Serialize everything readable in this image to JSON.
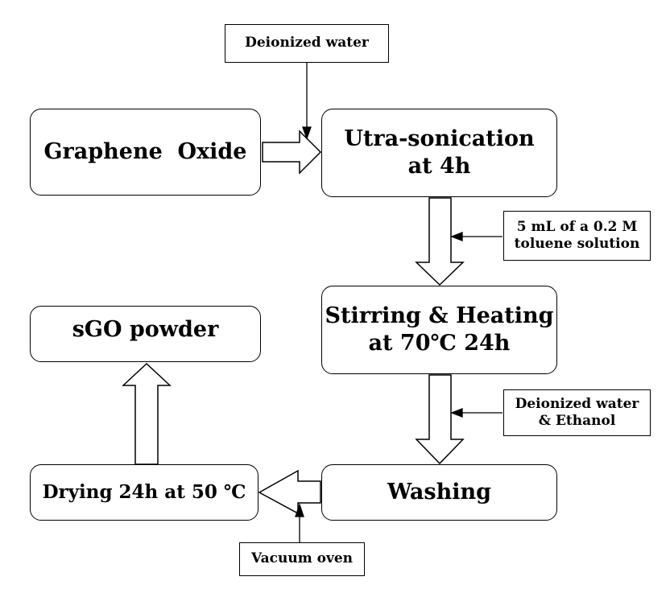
{
  "steps": {
    "graphene_oxide": "Graphene  Oxide",
    "ultrasonication": [
      "Utra-sonication",
      "at 4h"
    ],
    "stirring_heating": [
      "Stirring & Heating",
      "at 70℃ 24h"
    ],
    "washing": "Washing",
    "drying": "Drying 24h at 50 ℃",
    "sgo_powder": "sGO powder"
  },
  "inputs": {
    "deionized_water": "Deionized water",
    "toluene_solution": [
      "5 mL of a 0.2 M",
      "toluene solution"
    ],
    "deionized_water_ethanol": [
      "Deionized water",
      "& Ethanol"
    ],
    "vacuum_oven": "Vacuum oven"
  }
}
